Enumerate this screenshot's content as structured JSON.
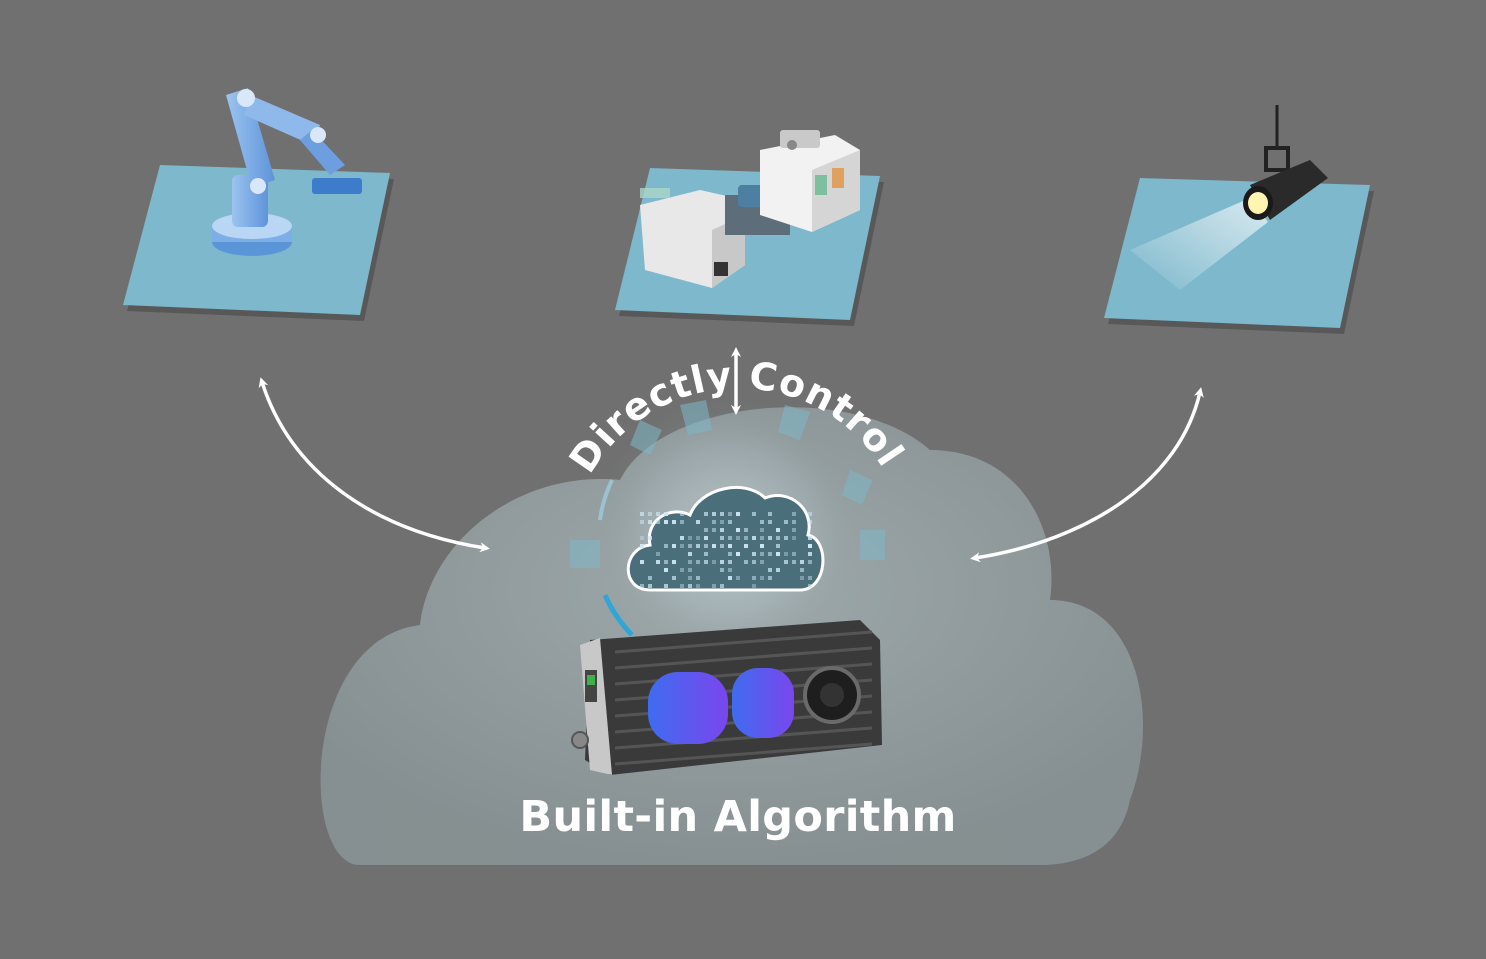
{
  "arc_label": "Directly Control",
  "caption": "Built-in Algorithm",
  "devices": [
    {
      "name": "robot-arm",
      "icon": "robot-arm-icon"
    },
    {
      "name": "industrial-machine",
      "icon": "factory-machine-icon"
    },
    {
      "name": "spotlight",
      "icon": "spotlight-icon"
    }
  ],
  "center_icon": "cloud-data-icon",
  "hardware": "tof-camera",
  "colors": {
    "background": "#707070",
    "tile": "#7db8cc",
    "cloud_halo": "#8a9597",
    "accent": "#2fa6d8",
    "lens": "#5a55f0",
    "text": "#ffffff"
  }
}
